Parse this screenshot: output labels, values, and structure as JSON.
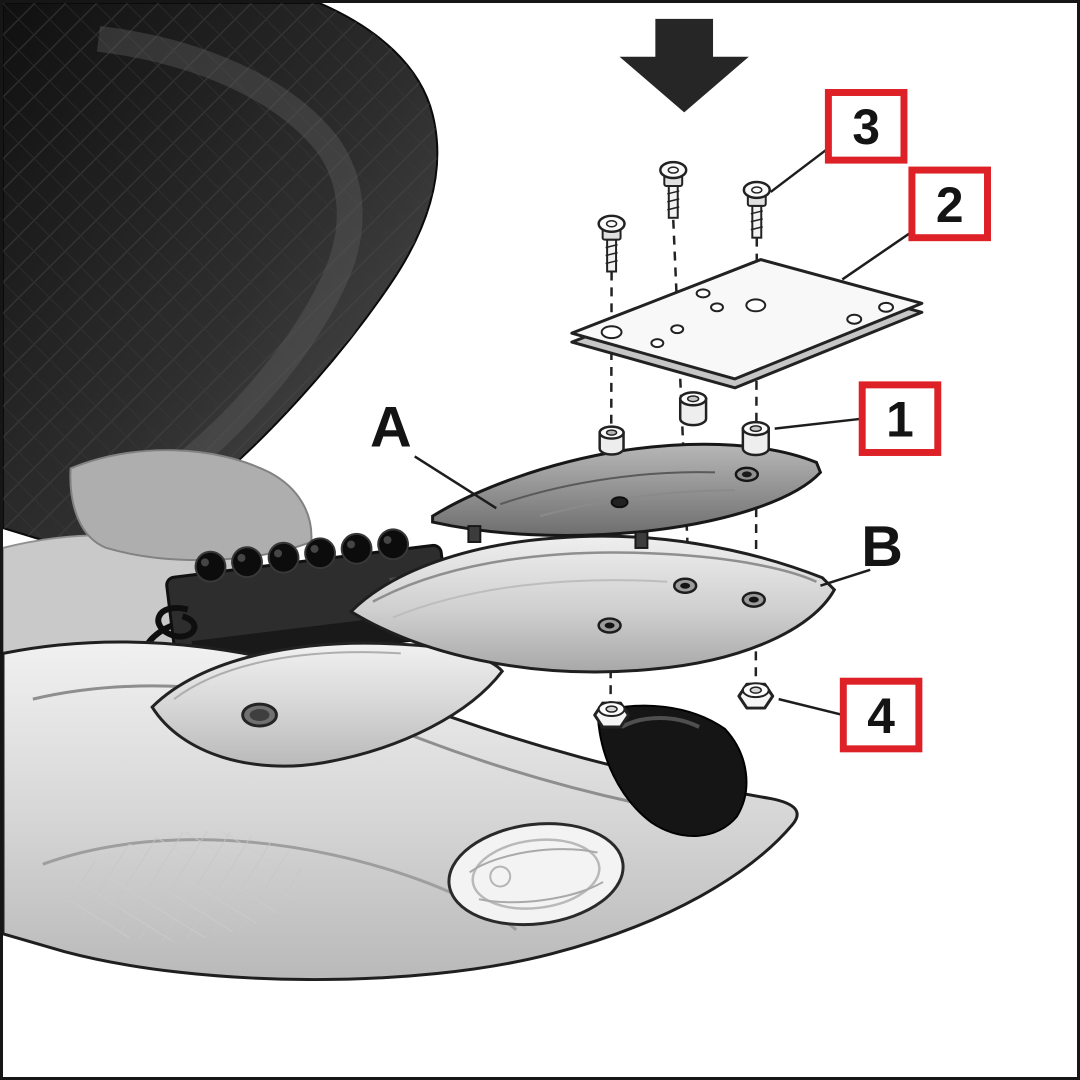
{
  "figure": {
    "type": "exploded-assembly-diagram",
    "arrow": {
      "icon_name": "down-arrow-icon",
      "direction": "down"
    },
    "callouts": {
      "c1": {
        "label": "1"
      },
      "c2": {
        "label": "2"
      },
      "c3": {
        "label": "3"
      },
      "c4": {
        "label": "4"
      }
    },
    "part_labels": {
      "a": {
        "label": "A"
      },
      "b": {
        "label": "B"
      }
    },
    "colors": {
      "callout_border": "#dd2127",
      "callout_fill": "#ffffff",
      "label_text": "#141414",
      "line": "#1d1d1d",
      "arrow_fill": "#262626"
    }
  }
}
